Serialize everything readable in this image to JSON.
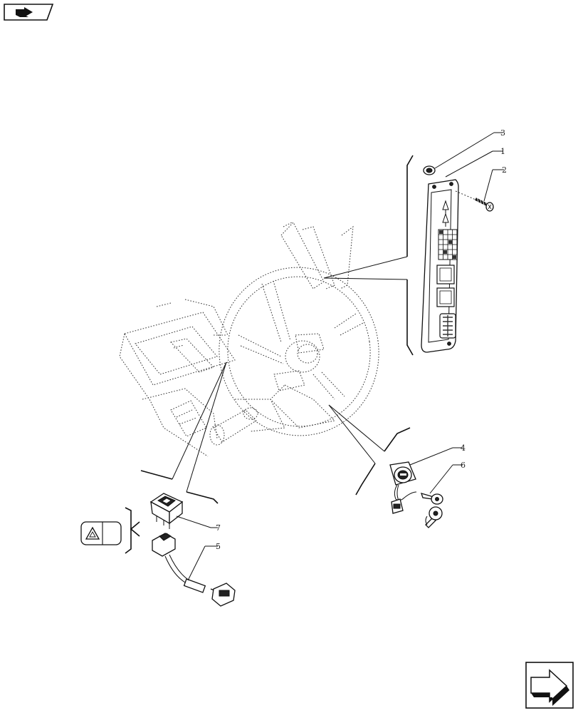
{
  "nav": {
    "prev_icon": "prev-page-arrow-icon",
    "next_icon": "next-page-arrow-icon"
  },
  "callouts": [
    {
      "id": "callout-1",
      "label": "1"
    },
    {
      "id": "callout-2",
      "label": "2"
    },
    {
      "id": "callout-3",
      "label": "3"
    },
    {
      "id": "callout-4",
      "label": "4"
    },
    {
      "id": "callout-5",
      "label": "5"
    },
    {
      "id": "callout-6",
      "label": "6"
    },
    {
      "id": "callout-7",
      "label": "7"
    }
  ],
  "icons": {
    "hazard": "hazard-warning-triangle-icon"
  }
}
